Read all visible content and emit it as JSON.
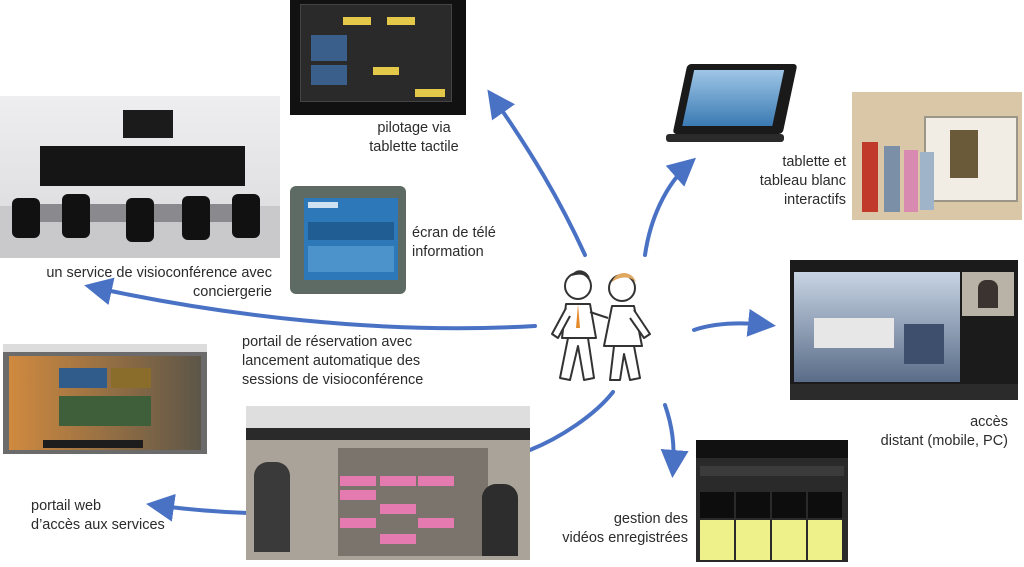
{
  "labels": {
    "pilotage": [
      "pilotage via",
      "tablette tactile"
    ],
    "tablette": [
      "tablette et",
      "tableau blanc",
      "interactifs"
    ],
    "ecran": [
      "écran de télé",
      "information"
    ],
    "visio": [
      "un service de visioconférence avec",
      "conciergerie"
    ],
    "portail_reservation": [
      "portail de réservation avec",
      "lancement automatique des",
      "sessions de visioconférence"
    ],
    "acces": [
      "accès",
      "distant (mobile, PC)"
    ],
    "portail_web": [
      "portail web",
      "d’accès aux services"
    ],
    "gestion": [
      "gestion des",
      "vidéos enregistrées"
    ]
  },
  "colors": {
    "arrow": "#4a72c4",
    "text": "#2b2b2b"
  }
}
